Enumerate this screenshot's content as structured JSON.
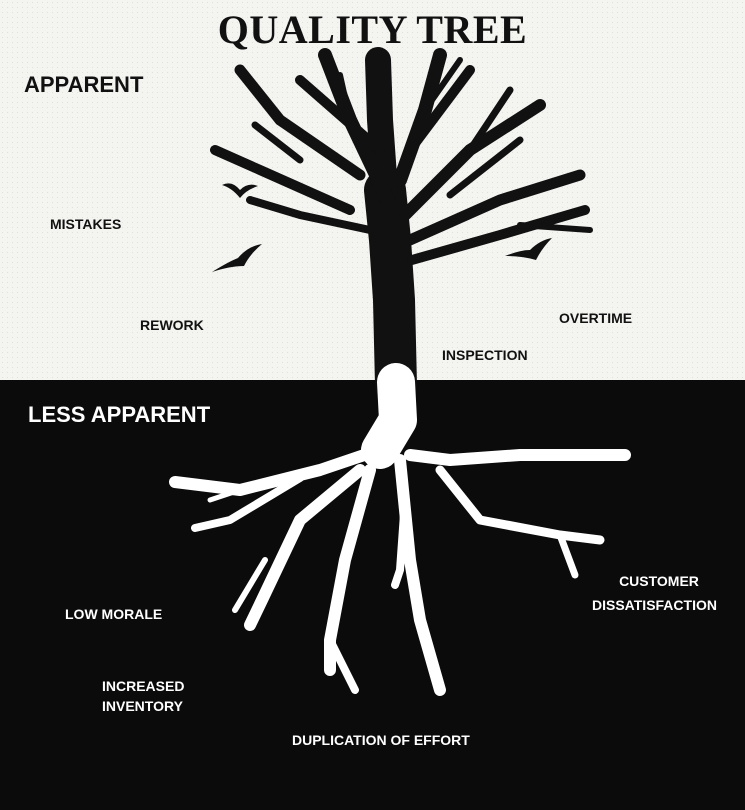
{
  "title": "QUALITY TREE",
  "apparent": {
    "heading": "APPARENT",
    "items": [
      "MISTAKES",
      "REWORK",
      "INSPECTION",
      "OVERTIME"
    ]
  },
  "less_apparent": {
    "heading": "LESS APPARENT",
    "items": [
      "LOW MORALE",
      "INCREASED",
      "INVENTORY",
      "DUPLICATION OF EFFORT",
      "CUSTOMER",
      "DISSATISFACTION"
    ]
  },
  "colors": {
    "sky": "#f4f4f1",
    "ground": "#0b0b0b",
    "tree": "#111111",
    "roots": "#ffffff"
  },
  "icons": [
    "tree-trunk-icon",
    "roots-icon",
    "bird-icon"
  ]
}
